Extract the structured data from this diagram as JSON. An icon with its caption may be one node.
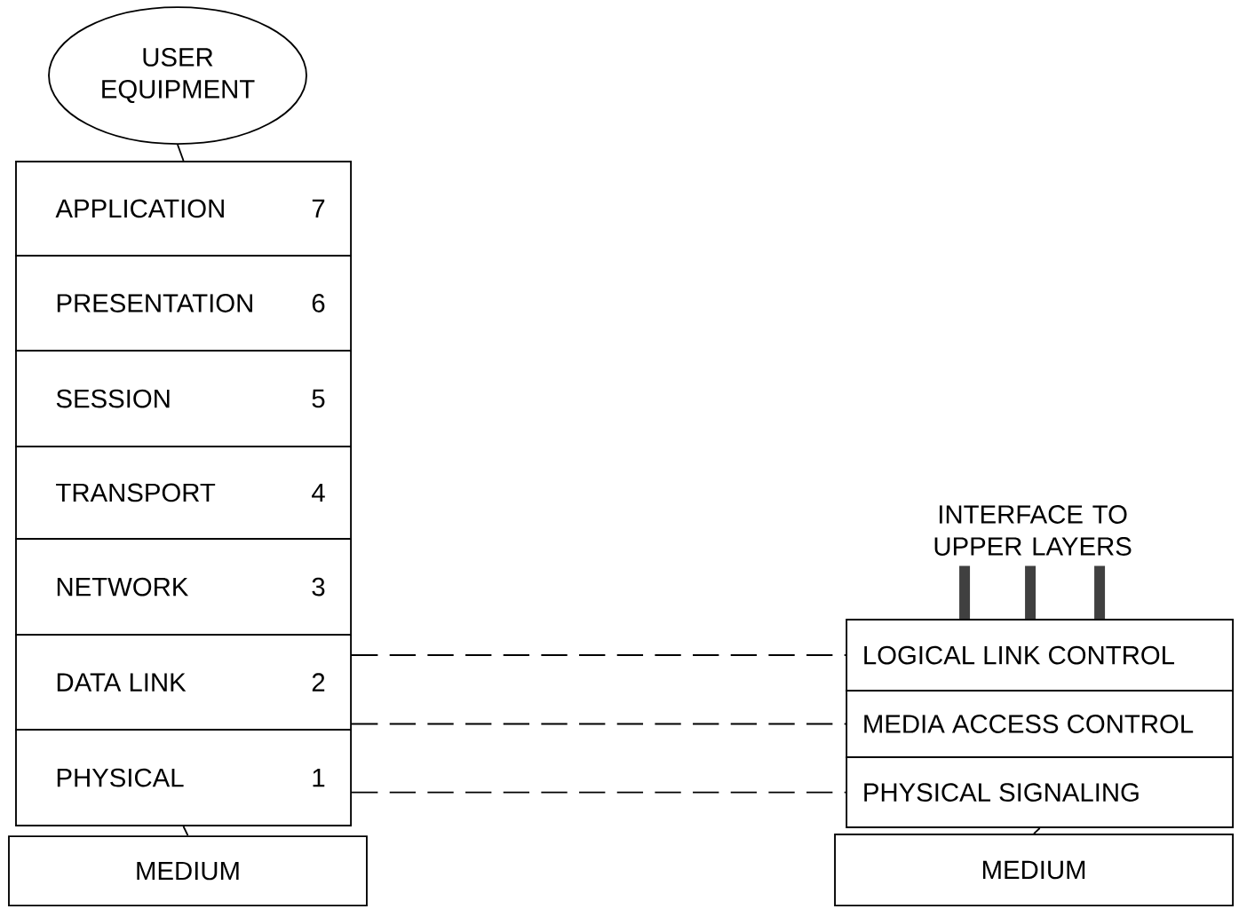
{
  "diagram": {
    "nodes": [
      {
        "text": [
          "USER EQUIPMENT"
        ]
      },
      {
        "text": [
          "APPLICATION",
          "7"
        ]
      },
      {
        "text": [
          "PRESENTATION",
          "6"
        ]
      },
      {
        "text": [
          "SESSION",
          "5"
        ]
      },
      {
        "text": [
          "TRANSPORT",
          "4"
        ]
      },
      {
        "text": [
          "NETWORK",
          "3"
        ]
      },
      {
        "text": [
          "DATA LINK",
          "2"
        ]
      },
      {
        "text": [
          "PHYSICAL",
          "1"
        ]
      },
      {
        "text": [
          "MEDIUM"
        ]
      },
      {
        "text": [
          "INTERFACE TO UPPER LAYERS"
        ]
      },
      {
        "text": [
          "LOGICAL LINK CONTROL"
        ]
      },
      {
        "text": [
          "MEDIA ACCESS CONTROL"
        ]
      },
      {
        "text": [
          "PHYSICAL SIGNALING"
        ]
      },
      {
        "text": [
          "MEDIUM"
        ]
      }
    ],
    "edges": [
      {
        "from": 0,
        "to": 1,
        "arrow": "none"
      },
      {
        "from": 7,
        "to": 8,
        "arrow": "none"
      },
      {
        "from": 6,
        "to": 10,
        "arrow": "none",
        "style": "dashed"
      },
      {
        "from": 6,
        "to": 11,
        "arrow": "none",
        "style": "dashed"
      },
      {
        "from": 7,
        "to": 12,
        "arrow": "none",
        "style": "dashed"
      },
      {
        "from": 9,
        "to": 10,
        "arrow": "none",
        "style": "thick"
      },
      {
        "from": 9,
        "to": 10,
        "arrow": "none",
        "style": "thick"
      },
      {
        "from": 9,
        "to": 10,
        "arrow": "none",
        "style": "thick"
      },
      {
        "from": 12,
        "to": 13,
        "arrow": "none"
      }
    ]
  }
}
